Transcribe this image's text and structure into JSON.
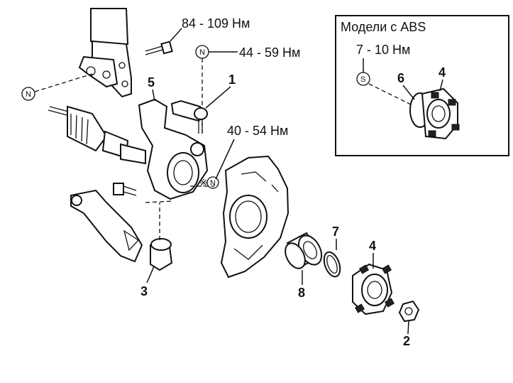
{
  "torque": {
    "t1": "84 - 109 Нм",
    "t2": "44 - 59 Нм",
    "t3": "40 - 54 Нм",
    "t_abs": "7 - 10 Нм"
  },
  "inset": {
    "title": "Модели с ABS"
  },
  "symbols": {
    "n": "N",
    "s": "S",
    "note": "※"
  },
  "labels": {
    "p1": "1",
    "p2": "2",
    "p3": "3",
    "p4": "4",
    "p4_inset": "4",
    "p5": "5",
    "p6": "6",
    "p7": "7",
    "p8": "8"
  }
}
